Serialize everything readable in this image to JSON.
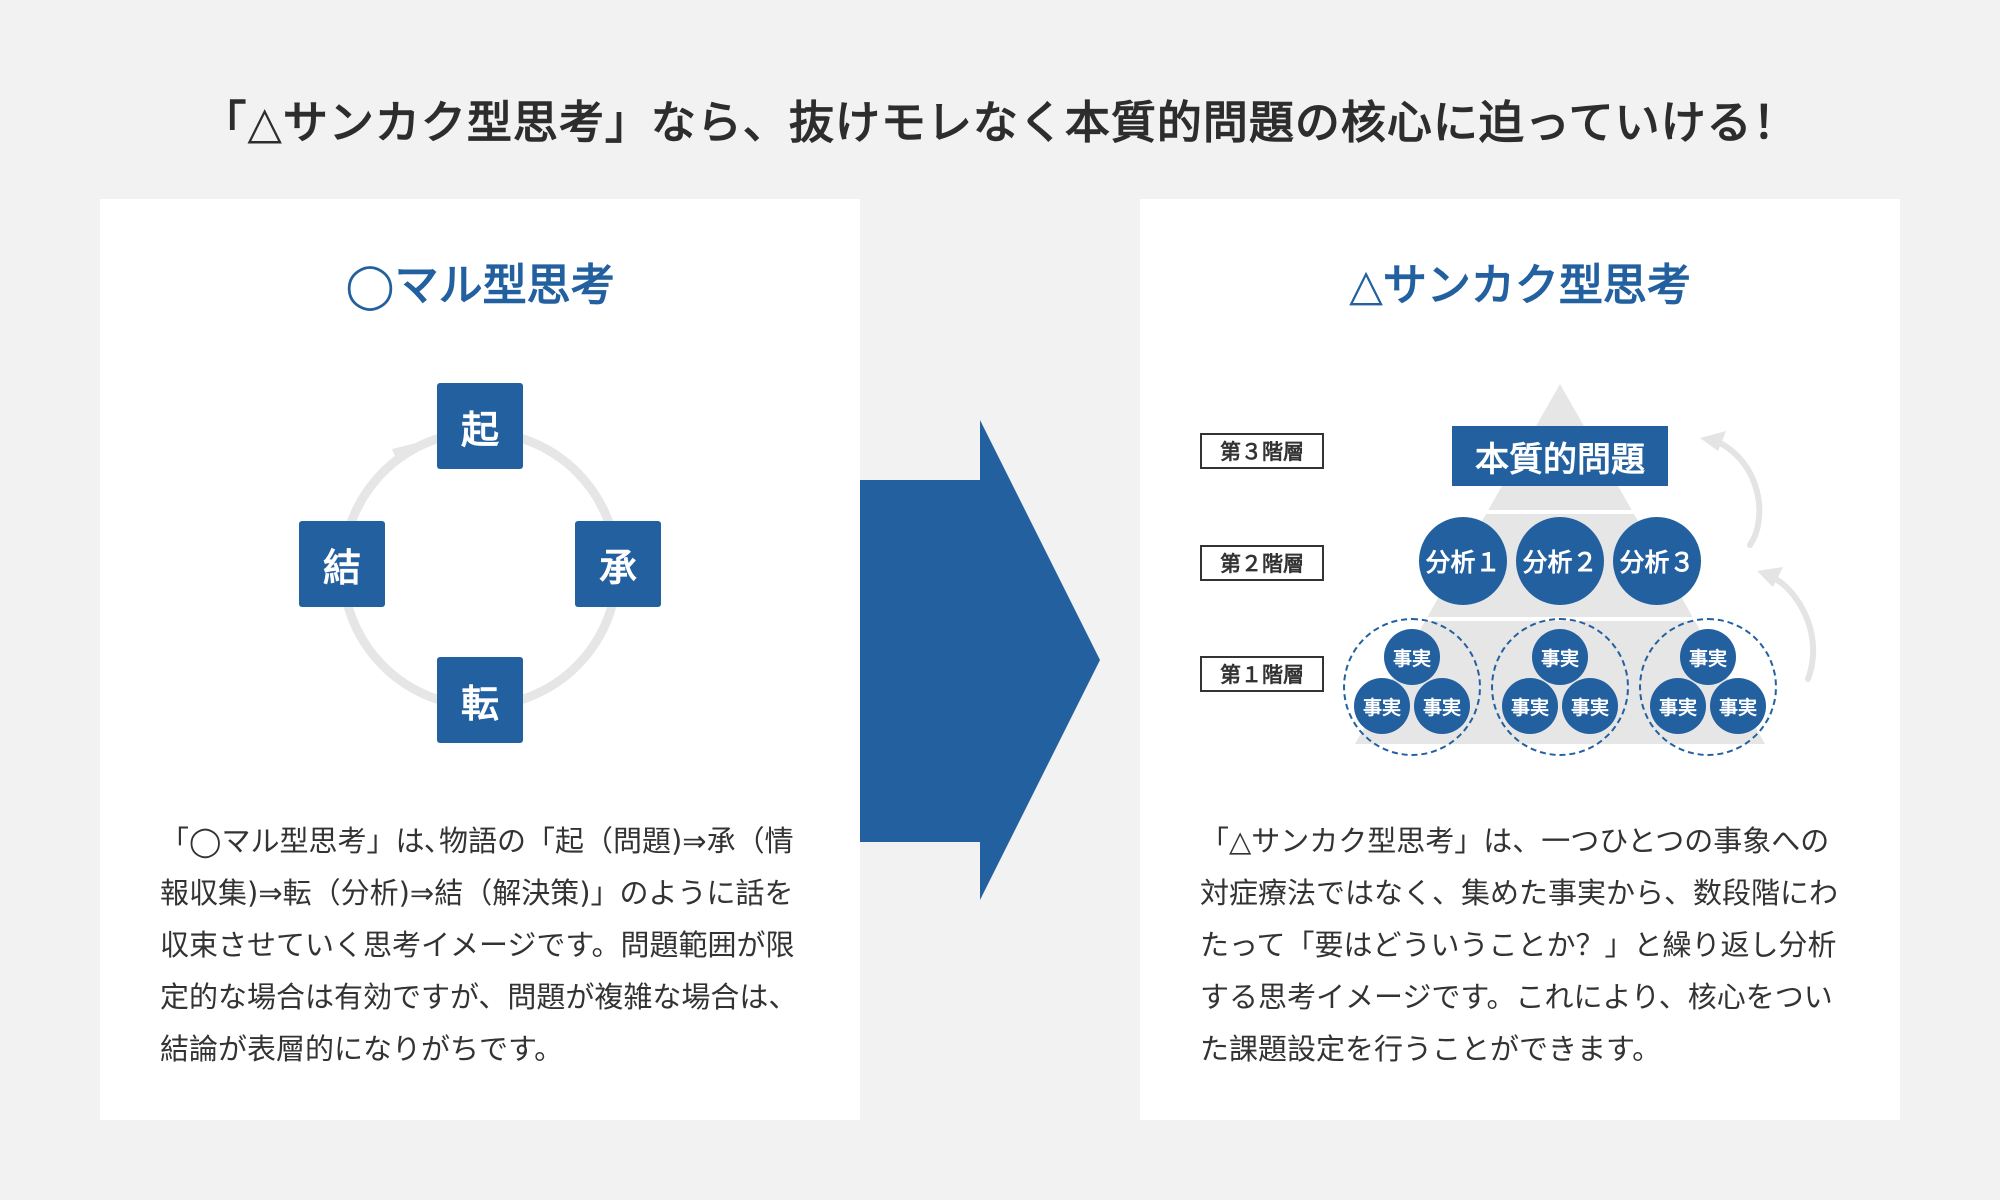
{
  "headline": "「△サンカク型思考」なら、抜けモレなく本質的問題の核心に迫っていける！",
  "left": {
    "title": "◯マル型思考",
    "steps": {
      "ki": "起",
      "sho": "承",
      "ten": "転",
      "ketsu": "結"
    },
    "description": "「◯マル型思考」は､物語の「起（問題)⇒承（情報収集)⇒転（分析)⇒結（解決策)」のように話を収束させていく思考イメージです。問題範囲が限定的な場合は有効ですが、問題が複雑な場合は、結論が表層的になりがちです。"
  },
  "right": {
    "title": "△サンカク型思考",
    "layers": [
      "第３階層",
      "第２階層",
      "第１階層"
    ],
    "core": "本質的問題",
    "analyses": [
      "分析１",
      "分析２",
      "分析３"
    ],
    "fact": "事実",
    "description": "「△サンカク型思考」は、一つひとつの事象への対症療法ではなく、集めた事実から、数段階にわたって「要はどういうことか？」と繰り返し分析する思考イメージです。これにより、核心をついた課題設定を行うことができます。"
  },
  "colors": {
    "primary": "#23609f",
    "background": "#f2f2f3",
    "panel": "#ffffff",
    "triangle": "#e6e6e6",
    "arrow_gray": "#e4e4e4"
  }
}
